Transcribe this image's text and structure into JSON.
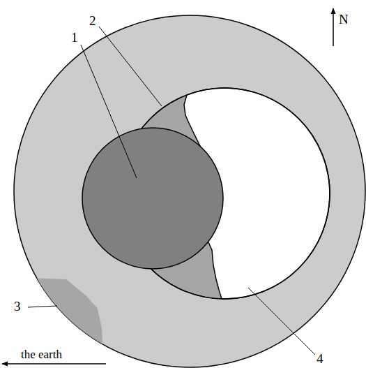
{
  "diagram": {
    "labels": [
      "2",
      "1",
      "3",
      "4",
      "N",
      "the earth"
    ]
  }
}
